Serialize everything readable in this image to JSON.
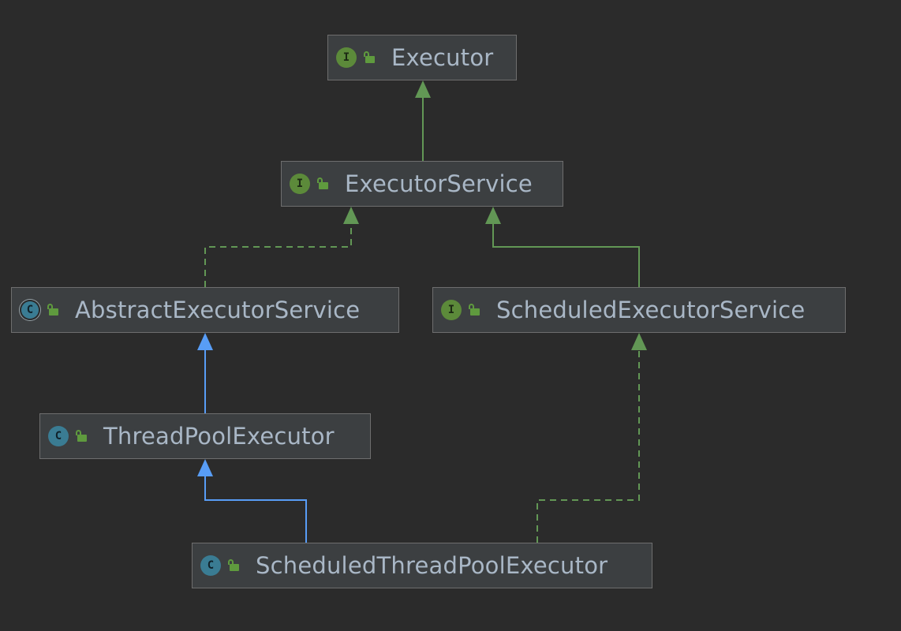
{
  "colors": {
    "background": "#2b2b2b",
    "node_fill": "#3c3f41",
    "node_border": "#6e6e6e",
    "label": "#a9b7c6",
    "interface_badge": "#5c8a3a",
    "class_badge": "#3a7c93",
    "extends_interface_edge": "#629755",
    "extends_class_edge": "#589df6",
    "implements_edge": "#629755"
  },
  "nodes": [
    {
      "id": "executor",
      "label": "Executor",
      "kind": "interface",
      "badge": "I",
      "icon": "interface-icon",
      "access_icon": "public-lock-icon"
    },
    {
      "id": "executor-service",
      "label": "ExecutorService",
      "kind": "interface",
      "badge": "I",
      "icon": "interface-icon",
      "access_icon": "public-lock-icon"
    },
    {
      "id": "abstract-executor-service",
      "label": "AbstractExecutorService",
      "kind": "abstract",
      "badge": "C",
      "icon": "abstract-class-icon",
      "access_icon": "public-lock-icon"
    },
    {
      "id": "scheduled-executor-service",
      "label": "ScheduledExecutorService",
      "kind": "interface",
      "badge": "I",
      "icon": "interface-icon",
      "access_icon": "public-lock-icon"
    },
    {
      "id": "thread-pool-executor",
      "label": "ThreadPoolExecutor",
      "kind": "class",
      "badge": "C",
      "icon": "class-icon",
      "access_icon": "public-lock-icon"
    },
    {
      "id": "scheduled-thread-pool-executor",
      "label": "ScheduledThreadPoolExecutor",
      "kind": "class",
      "badge": "C",
      "icon": "class-icon",
      "access_icon": "public-lock-icon"
    }
  ],
  "edges": [
    {
      "from": "executor-service",
      "to": "executor",
      "relation": "extends",
      "style": "solid",
      "color": "#629755"
    },
    {
      "from": "abstract-executor-service",
      "to": "executor-service",
      "relation": "implements",
      "style": "dashed",
      "color": "#629755"
    },
    {
      "from": "scheduled-executor-service",
      "to": "executor-service",
      "relation": "extends",
      "style": "solid",
      "color": "#629755"
    },
    {
      "from": "thread-pool-executor",
      "to": "abstract-executor-service",
      "relation": "extends",
      "style": "solid",
      "color": "#589df6"
    },
    {
      "from": "scheduled-thread-pool-executor",
      "to": "thread-pool-executor",
      "relation": "extends",
      "style": "solid",
      "color": "#589df6"
    },
    {
      "from": "scheduled-thread-pool-executor",
      "to": "scheduled-executor-service",
      "relation": "implements",
      "style": "dashed",
      "color": "#629755"
    }
  ]
}
